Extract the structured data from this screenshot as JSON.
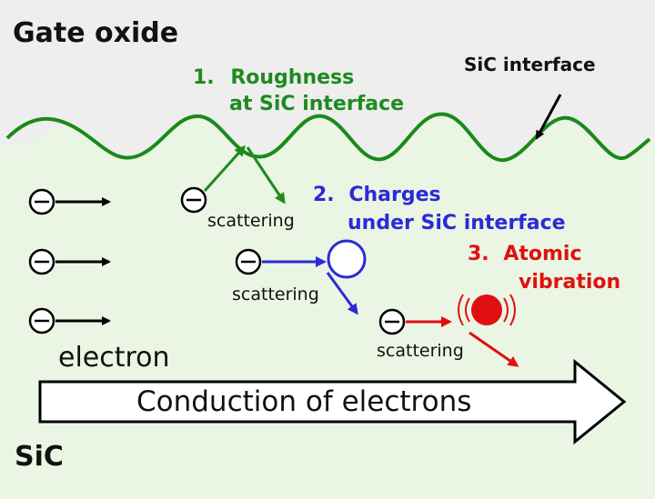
{
  "regions": {
    "top_label": "Gate oxide",
    "bottom_label": "SiC",
    "interface_label": "SiC interface"
  },
  "mechanisms": [
    {
      "number": "1.",
      "line1": "Roughness",
      "line2": "at SiC interface",
      "color": "#1f8a1f"
    },
    {
      "number": "2.",
      "line1": "Charges",
      "line2": "under SiC interface",
      "color": "#2b2bd6"
    },
    {
      "number": "3.",
      "line1": "Atomic",
      "line2": "vibration",
      "color": "#e01010"
    }
  ],
  "scattering_label": "scattering",
  "electron_label": "electron",
  "conduction_label": "Conduction of electrons",
  "icons": {
    "electron": "circle-minus-icon",
    "charge": "open-circle-icon",
    "atom": "vibrating-atom-icon"
  },
  "colors": {
    "oxide_bg": "#eeeeee",
    "sic_bg": "#ebf5e4",
    "interface": "#1a8a1a",
    "roughness": "#1f8a1f",
    "charges": "#2b2bd6",
    "vibration": "#e01010"
  }
}
